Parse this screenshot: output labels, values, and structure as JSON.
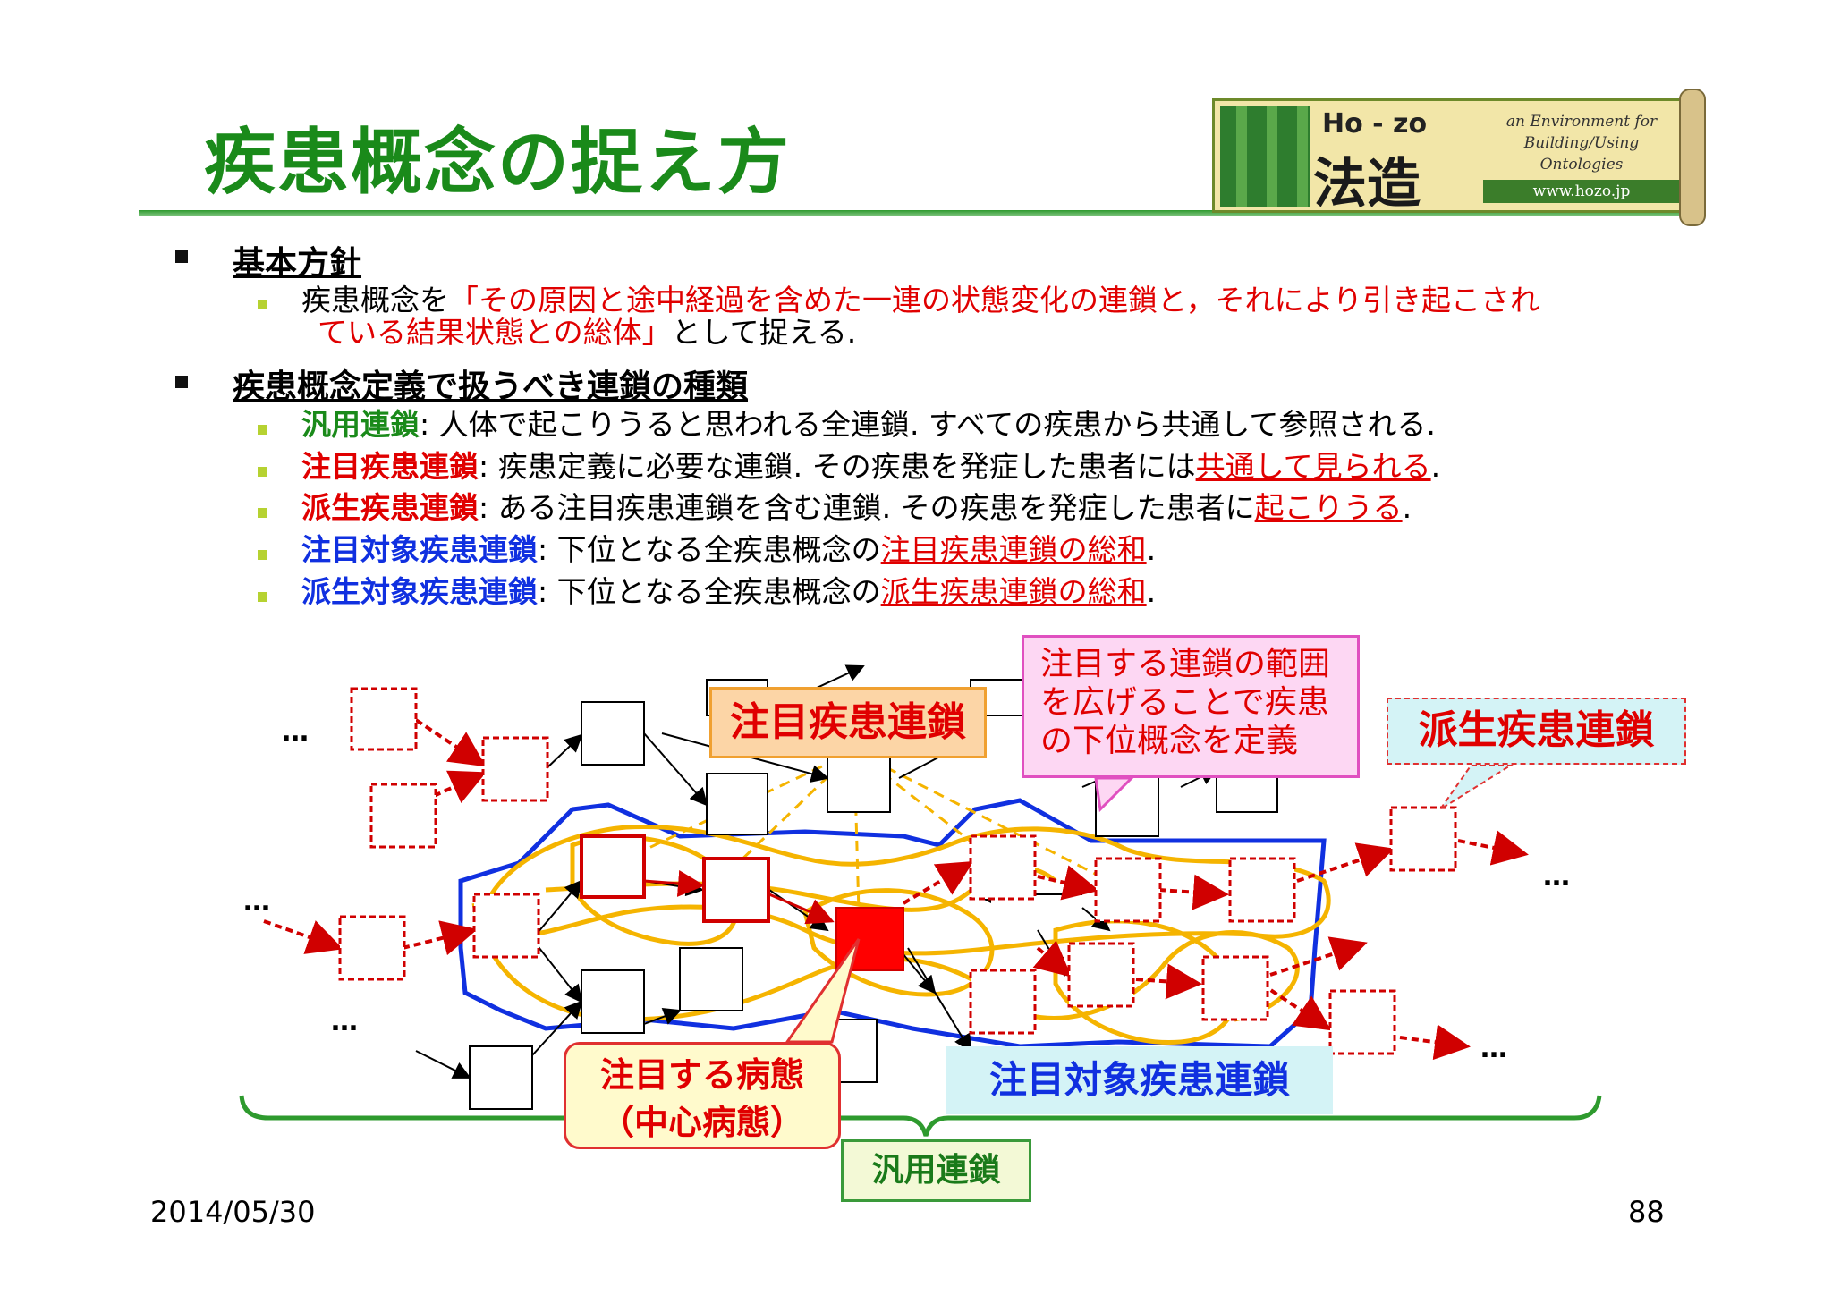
{
  "title": "疾患概念の捉え方",
  "logo": {
    "hozo": "Ho - zo",
    "kanji": "法造",
    "tagline": "an Environment for Building/Using Ontologies",
    "url": "www.hozo.jp"
  },
  "bullets": {
    "policy_heading": "基本方針",
    "policy_text_a": "疾患概念を",
    "policy_text_red_1": "「その原因と途中経過を含めた一連の状態変化の連鎖と，それにより引き起こされ",
    "policy_text_red_2": "ている結果状態との総体」",
    "policy_text_b": "として捉える.",
    "types_heading": "疾患概念定義で扱うべき連鎖の種類",
    "items": [
      {
        "term": "汎用連鎖",
        "desc": ": 人体で起こりうると思われる全連鎖. すべての疾患から共通して参照される.",
        "link": "",
        "tail": ""
      },
      {
        "term": "注目疾患連鎖",
        "desc": ": 疾患定義に必要な連鎖. その疾患を発症した患者には",
        "link": "共通して見られる",
        "tail": "."
      },
      {
        "term": "派生疾患連鎖",
        "desc": ": ある注目疾患連鎖を含む連鎖. その疾患を発症した患者に",
        "link": "起こりうる",
        "tail": "."
      },
      {
        "term": "注目対象疾患連鎖",
        "desc": ": 下位となる全疾患概念の",
        "link": "注目疾患連鎖の総和",
        "tail": "."
      },
      {
        "term": "派生対象疾患連鎖",
        "desc": ": 下位となる全疾患概念の",
        "link": "派生疾患連鎖の総和",
        "tail": "."
      }
    ]
  },
  "diagram": {
    "label_focus": "注目疾患連鎖",
    "label_derived": "派生疾患連鎖",
    "callout_1": "注目する連鎖の範囲",
    "callout_2": "を広げることで疾患",
    "callout_3": "の下位概念を定義",
    "center_1": "注目する病態",
    "center_2": "（中心病態）",
    "label_target": "注目対象疾患連鎖",
    "label_general": "汎用連鎖",
    "ellipsis": "…"
  },
  "colors": {
    "title": "#1a8a1a",
    "red": "#e00000",
    "blue": "#1030e0",
    "orange": "#f5b400"
  },
  "footer": {
    "date": "2014/05/30",
    "page": "88"
  }
}
